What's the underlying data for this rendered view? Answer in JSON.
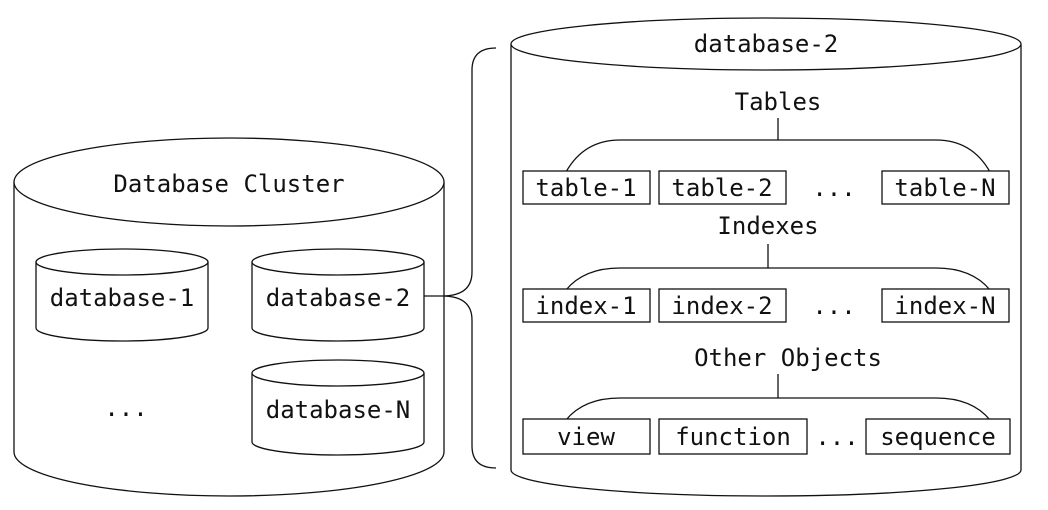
{
  "cluster": {
    "title": "Database Cluster",
    "databases": [
      "database-1",
      "database-2",
      "database-N"
    ],
    "ellipsis": "..."
  },
  "detail": {
    "title": "database-2",
    "groups": [
      {
        "label": "Tables",
        "items": [
          "table-1",
          "table-2",
          "table-N"
        ],
        "ellipsis": "..."
      },
      {
        "label": "Indexes",
        "items": [
          "index-1",
          "index-2",
          "index-N"
        ],
        "ellipsis": "..."
      },
      {
        "label": "Other Objects",
        "items": [
          "view",
          "function",
          "sequence"
        ],
        "ellipsis": "..."
      }
    ]
  },
  "colors": {
    "stroke": "#111111",
    "background": "#ffffff"
  }
}
